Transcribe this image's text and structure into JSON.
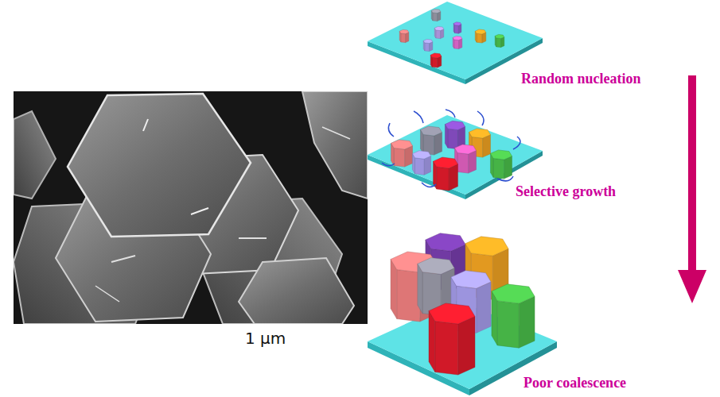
{
  "diagram": {
    "labels": [
      "1 μm",
      "Random nucleation",
      "Selective growth",
      "Poor coalescence"
    ]
  }
}
